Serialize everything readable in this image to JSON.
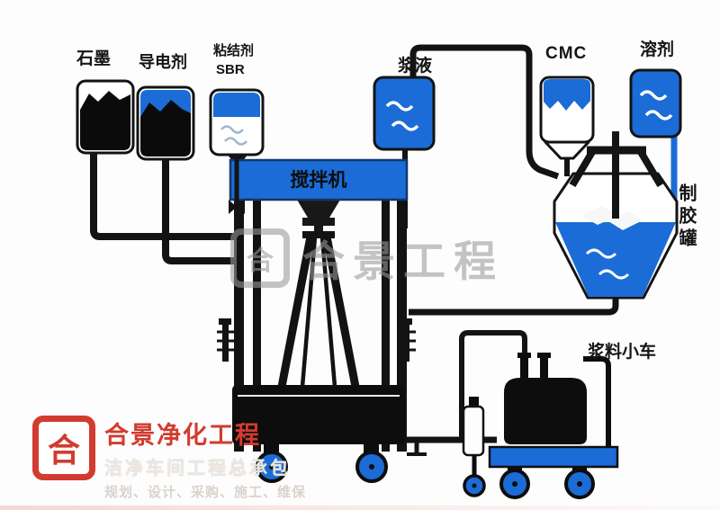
{
  "diagram": {
    "nodes": {
      "graphite": "石墨",
      "conductive_agent": "导电剂",
      "binder": "粘结剂",
      "binder_type": "SBR",
      "slurry": "浆液",
      "cmc": "CMC",
      "solvent": "溶剂",
      "glue_tank": "制胶罐",
      "mixer": "搅拌机",
      "slurry_cart": "浆料小车"
    }
  },
  "watermark": {
    "logo_glyph": "合",
    "text": "合景工程"
  },
  "footer": {
    "logo_glyph": "合",
    "company": "合景净化工程",
    "tagline": "洁净车间工程总承包",
    "services": "规划、设计、采购、施工、维保"
  },
  "colors": {
    "primary_blue": "#1b6cd6",
    "ink": "#111111",
    "brand_red": "#d23b2f",
    "watermark_gray": "#9a9a9a"
  }
}
